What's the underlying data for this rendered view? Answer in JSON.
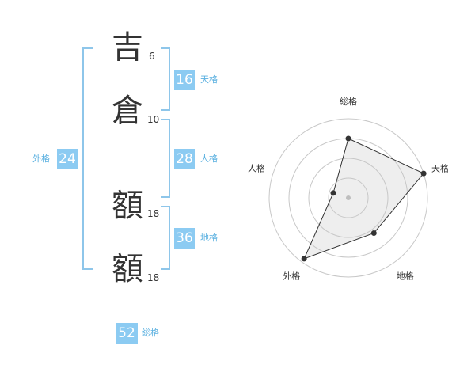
{
  "name": {
    "chars": [
      {
        "char": "吉",
        "strokes": "6"
      },
      {
        "char": "倉",
        "strokes": "10"
      },
      {
        "char": "額",
        "strokes": "18"
      },
      {
        "char": "額",
        "strokes": "18"
      }
    ]
  },
  "fortunes": {
    "tenkaku": {
      "value": "16",
      "label": "天格"
    },
    "jinkaku": {
      "value": "28",
      "label": "人格"
    },
    "chikaku": {
      "value": "36",
      "label": "地格"
    },
    "gaikaku": {
      "value": "24",
      "label": "外格"
    },
    "soukaku": {
      "value": "52",
      "label": "総格"
    }
  },
  "colors": {
    "accent": "#8ccbf2",
    "bracket": "#8ec6ea",
    "label": "#5ab0e0",
    "text": "#333333"
  },
  "chart_data": {
    "type": "radar",
    "axes": [
      "総格",
      "天格",
      "地格",
      "外格",
      "人格"
    ],
    "values": [
      0.75,
      1.0,
      0.55,
      0.95,
      0.2
    ],
    "max": 1,
    "rings": 4
  }
}
